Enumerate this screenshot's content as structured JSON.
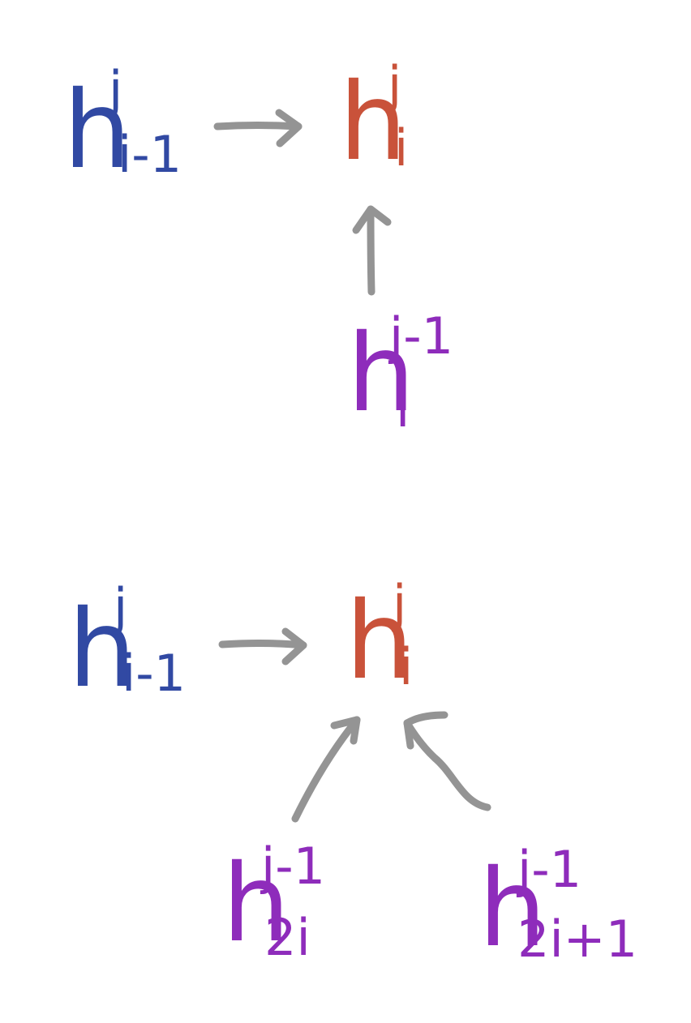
{
  "colors": {
    "previous_node": "#3149a3",
    "current_node": "#c9523a",
    "lower_level_node": "#8e2cbb",
    "arrow": "#949494"
  },
  "diagrams": [
    {
      "nodes": {
        "prev": {
          "base": "h",
          "sup": "j",
          "sub": "i-1"
        },
        "current": {
          "base": "h",
          "sup": "j",
          "sub": "i"
        },
        "below": {
          "base": "h",
          "sup": "j-1",
          "sub": "i"
        }
      }
    },
    {
      "nodes": {
        "prev": {
          "base": "h",
          "sup": "j",
          "sub": "i-1"
        },
        "current": {
          "base": "h",
          "sup": "j",
          "sub": "i"
        },
        "left_child": {
          "base": "h",
          "sup": "j-1",
          "sub": "2i"
        },
        "right_child": {
          "base": "h",
          "sup": "j-1",
          "sub": "2i+1"
        }
      }
    }
  ]
}
